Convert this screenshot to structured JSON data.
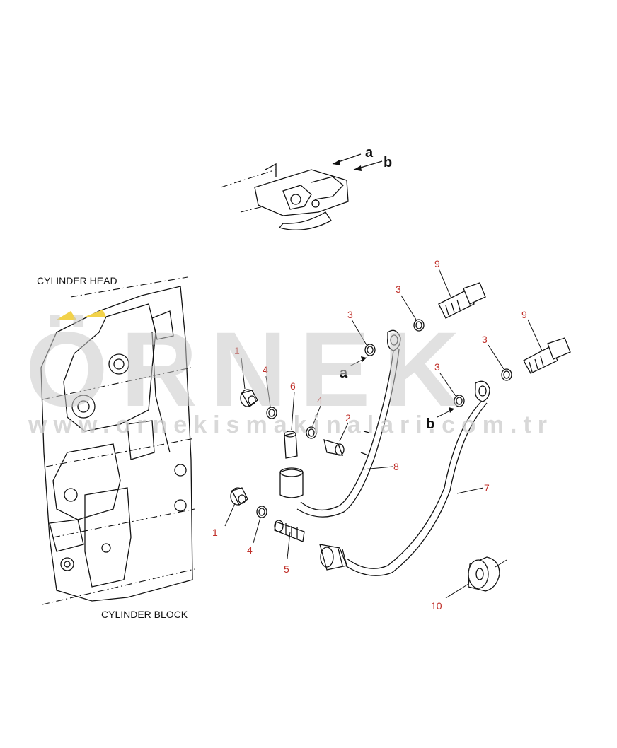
{
  "labels": {
    "cylinder_head": "CYLINDER HEAD",
    "cylinder_block": "CYLINDER BLOCK",
    "view_a": "a",
    "view_b": "b",
    "arrow_a": "a",
    "arrow_b": "b"
  },
  "watermark": {
    "brand": "ÖRNEK",
    "url": "www.ornekismakinalari.com.tr"
  },
  "callouts": [
    {
      "id": "c1a",
      "text": "1"
    },
    {
      "id": "c1b",
      "text": "1"
    },
    {
      "id": "c2",
      "text": "2"
    },
    {
      "id": "c3a",
      "text": "3"
    },
    {
      "id": "c3b",
      "text": "3"
    },
    {
      "id": "c3c",
      "text": "3"
    },
    {
      "id": "c3d",
      "text": "3"
    },
    {
      "id": "c4a",
      "text": "4"
    },
    {
      "id": "c4b",
      "text": "4"
    },
    {
      "id": "c4c",
      "text": "4"
    },
    {
      "id": "c5",
      "text": "5"
    },
    {
      "id": "c6",
      "text": "6"
    },
    {
      "id": "c7",
      "text": "7"
    },
    {
      "id": "c8",
      "text": "8"
    },
    {
      "id": "c9a",
      "text": "9"
    },
    {
      "id": "c9b",
      "text": "9"
    },
    {
      "id": "c10",
      "text": "10"
    }
  ],
  "colors": {
    "callout": "#c0302a",
    "line": "#111111",
    "watermark": "#c9c9c9",
    "accent": "#f2d24a"
  }
}
